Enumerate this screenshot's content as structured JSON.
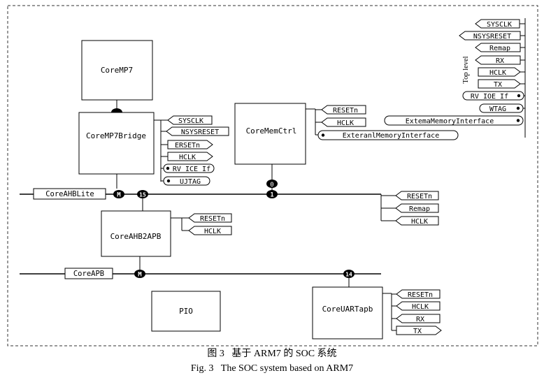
{
  "blocks": {
    "coremp7": "CoreMP7",
    "coremp7bridge": "CoreMP7Bridge",
    "corememctrl": "CoreMemCtrl",
    "coreahb2apb": "CoreAHB2APB",
    "pio": "PIO",
    "coreuartapb": "CoreUARTapb"
  },
  "buses": {
    "ahb_label": "CoreAHBLite",
    "apb_label": "CoreAPB",
    "ahb_master": "M",
    "apb_master": "M",
    "ahb_slot_bridge": "15",
    "ahb_slot_memctrl": "1",
    "memctrl_master_port": "0",
    "apb_slot_uart": "14"
  },
  "signals": {
    "bridge": [
      "SYSCLK",
      "NSYSRESET",
      "ERSETn",
      "HCLK",
      "RV ICE If",
      "UJTAG"
    ],
    "memctrl": [
      "RESETn",
      "HCLK",
      "ExteranlMemoryInterface"
    ],
    "ahb_side": [
      "RESETn",
      "Remap",
      "HCLK"
    ],
    "ahb2apb": [
      "RESETn",
      "HCLK"
    ],
    "uart": [
      "RESETn",
      "HCLK",
      "RX",
      "TX"
    ],
    "top_level": [
      "SYSCLK",
      "NSYSRESET",
      "Remap",
      "RX",
      "HCLK",
      "TX",
      "RV IOE If",
      "WTAG",
      "ExtemaMemoryInterface"
    ]
  },
  "top_level_label": "Top level",
  "caption": {
    "cn": "图 3   基于 ARM7 的 SOC 系统",
    "en": "Fig. 3   The SOC system based on ARM7"
  }
}
